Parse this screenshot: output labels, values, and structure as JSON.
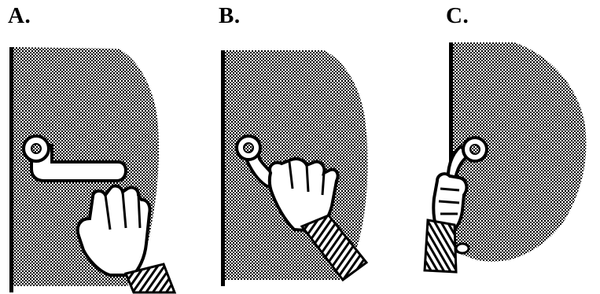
{
  "panels": [
    {
      "label": "A."
    },
    {
      "label": "B."
    },
    {
      "label": "C."
    }
  ],
  "colors": {
    "ink": "#000000",
    "paper": "#ffffff",
    "door_shade": "#9a9a9a"
  },
  "icons": {
    "panel_a": [
      "door-edge-icon",
      "door-panel-icon",
      "door-handle-icon",
      "hand-icon",
      "sleeve-icon"
    ],
    "panel_b": [
      "door-edge-icon",
      "door-panel-icon",
      "door-handle-icon",
      "hand-gripping-icon",
      "sleeve-icon"
    ],
    "panel_c": [
      "door-edge-icon",
      "door-panel-icon",
      "door-handle-icon",
      "hand-pulling-icon",
      "sleeve-icon"
    ]
  }
}
